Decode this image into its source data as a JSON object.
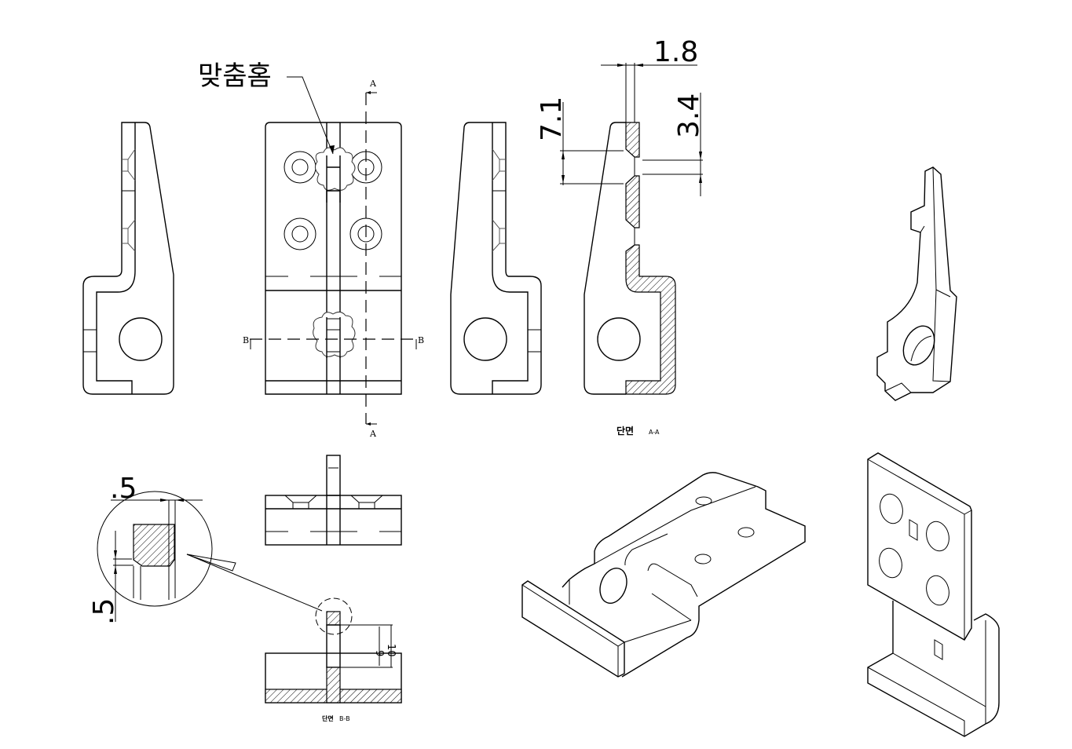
{
  "drawing": {
    "callout_label": "맞춤홈",
    "section_labels": {
      "a": {
        "title": "단면",
        "suffix": "A-A"
      },
      "b": {
        "title": "단면",
        "suffix": "B-B"
      }
    },
    "section_markers": {
      "a_top": "A",
      "a_bottom": "A",
      "b_left": "B",
      "b_right": "B"
    },
    "dimensions": {
      "thickness": "1.8",
      "height_left": "7.1",
      "height_right": "3.4",
      "detail_horizontal": ".5",
      "detail_vertical": ".5",
      "inner_slot": "9",
      "outer_slot": "10"
    },
    "views": [
      {
        "name": "left-side-view"
      },
      {
        "name": "front-view"
      },
      {
        "name": "right-side-view"
      },
      {
        "name": "section-view-a-a"
      },
      {
        "name": "isometric-view-side-piece"
      },
      {
        "name": "detail-view-circle"
      },
      {
        "name": "top-view"
      },
      {
        "name": "section-view-b-b"
      },
      {
        "name": "isometric-view-assembly"
      },
      {
        "name": "isometric-view-plate"
      }
    ]
  }
}
